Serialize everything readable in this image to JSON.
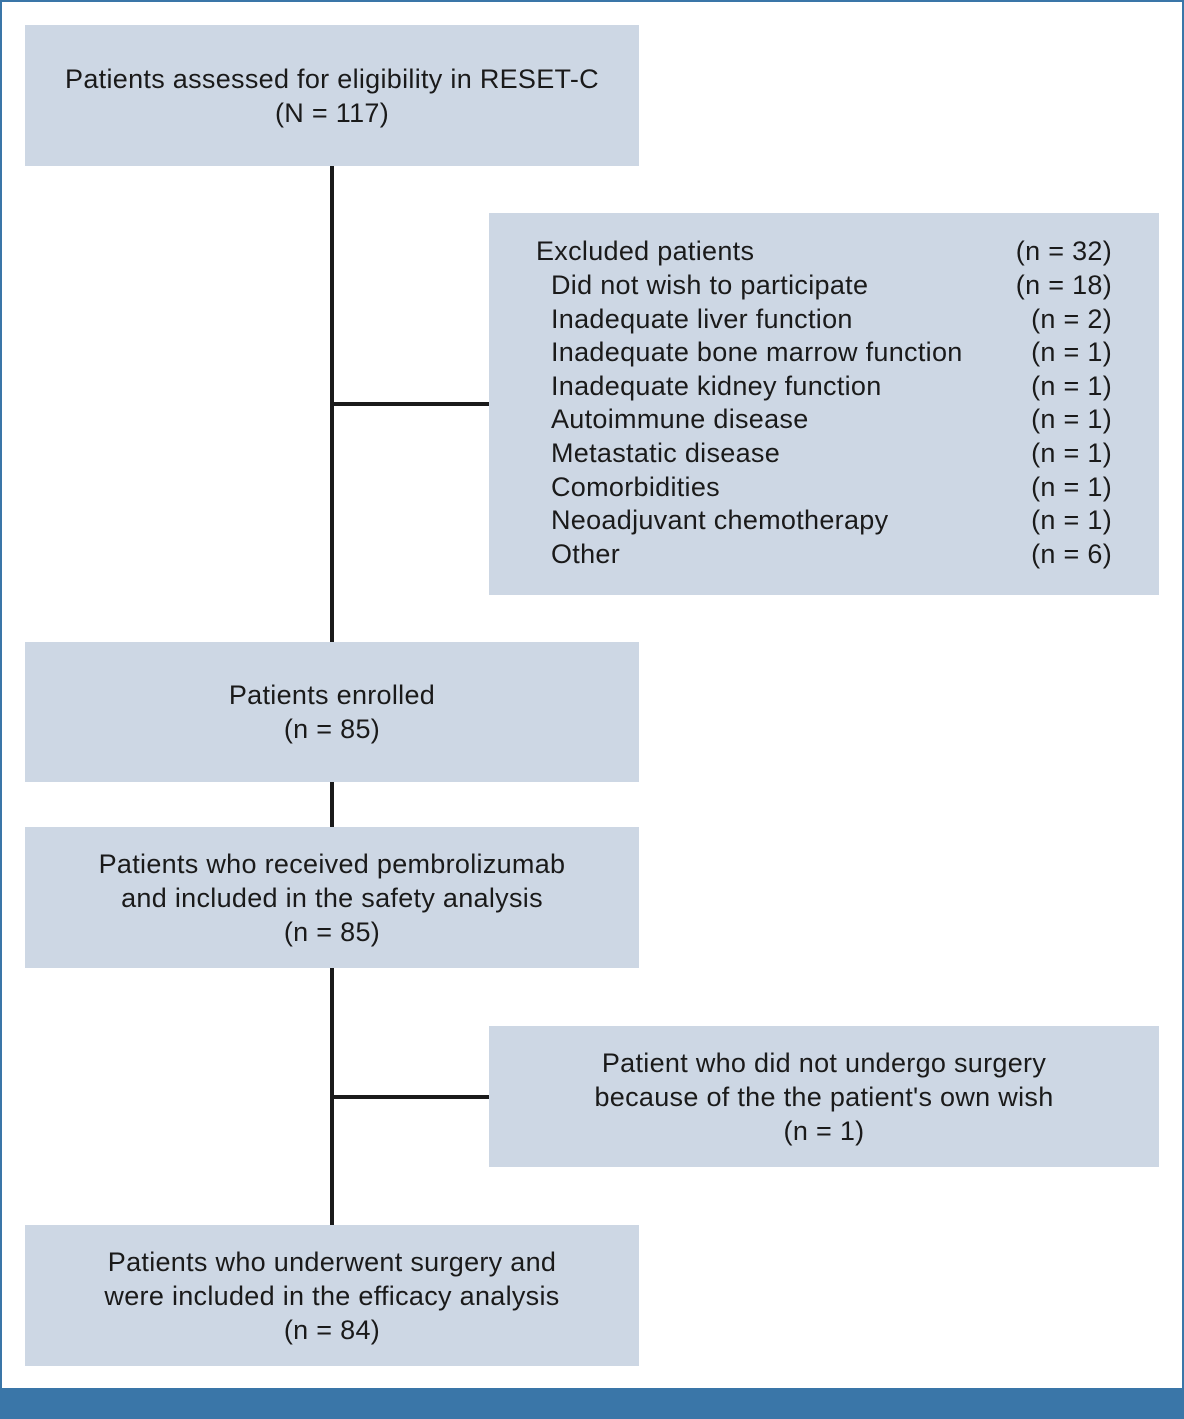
{
  "boxes": {
    "assessed": {
      "line1": "Patients assessed for eligibility in RESET-C",
      "line2": "(N = 117)"
    },
    "enrolled": {
      "line1": "Patients enrolled",
      "line2": "(n = 85)"
    },
    "safety": {
      "line1": "Patients who received pembrolizumab",
      "line2": "and included in the safety analysis",
      "line3": "(n = 85)"
    },
    "no_surgery": {
      "line1": "Patient who did not undergo surgery",
      "line2": "because of the the patient's own wish",
      "line3": "(n = 1)"
    },
    "efficacy": {
      "line1": "Patients who underwent surgery and",
      "line2": "were included in the efficacy analysis",
      "line3": "(n = 84)"
    }
  },
  "excluded": {
    "title": "Excluded patients",
    "title_count": "(n = 32)",
    "items": [
      {
        "label": "Did not wish to participate",
        "count": "(n = 18)"
      },
      {
        "label": "Inadequate liver function",
        "count": "(n = 2)"
      },
      {
        "label": "Inadequate bone marrow function",
        "count": "(n = 1)"
      },
      {
        "label": "Inadequate kidney function",
        "count": "(n = 1)"
      },
      {
        "label": "Autoimmune disease",
        "count": "(n = 1)"
      },
      {
        "label": "Metastatic disease",
        "count": "(n = 1)"
      },
      {
        "label": "Comorbidities",
        "count": "(n = 1)"
      },
      {
        "label": "Neoadjuvant chemotherapy",
        "count": "(n = 1)"
      },
      {
        "label": "Other",
        "count": "(n = 6)"
      }
    ]
  },
  "colors": {
    "box_fill": "#cdd7e4",
    "accent": "#3a76a8",
    "line": "#1a1a1a"
  }
}
